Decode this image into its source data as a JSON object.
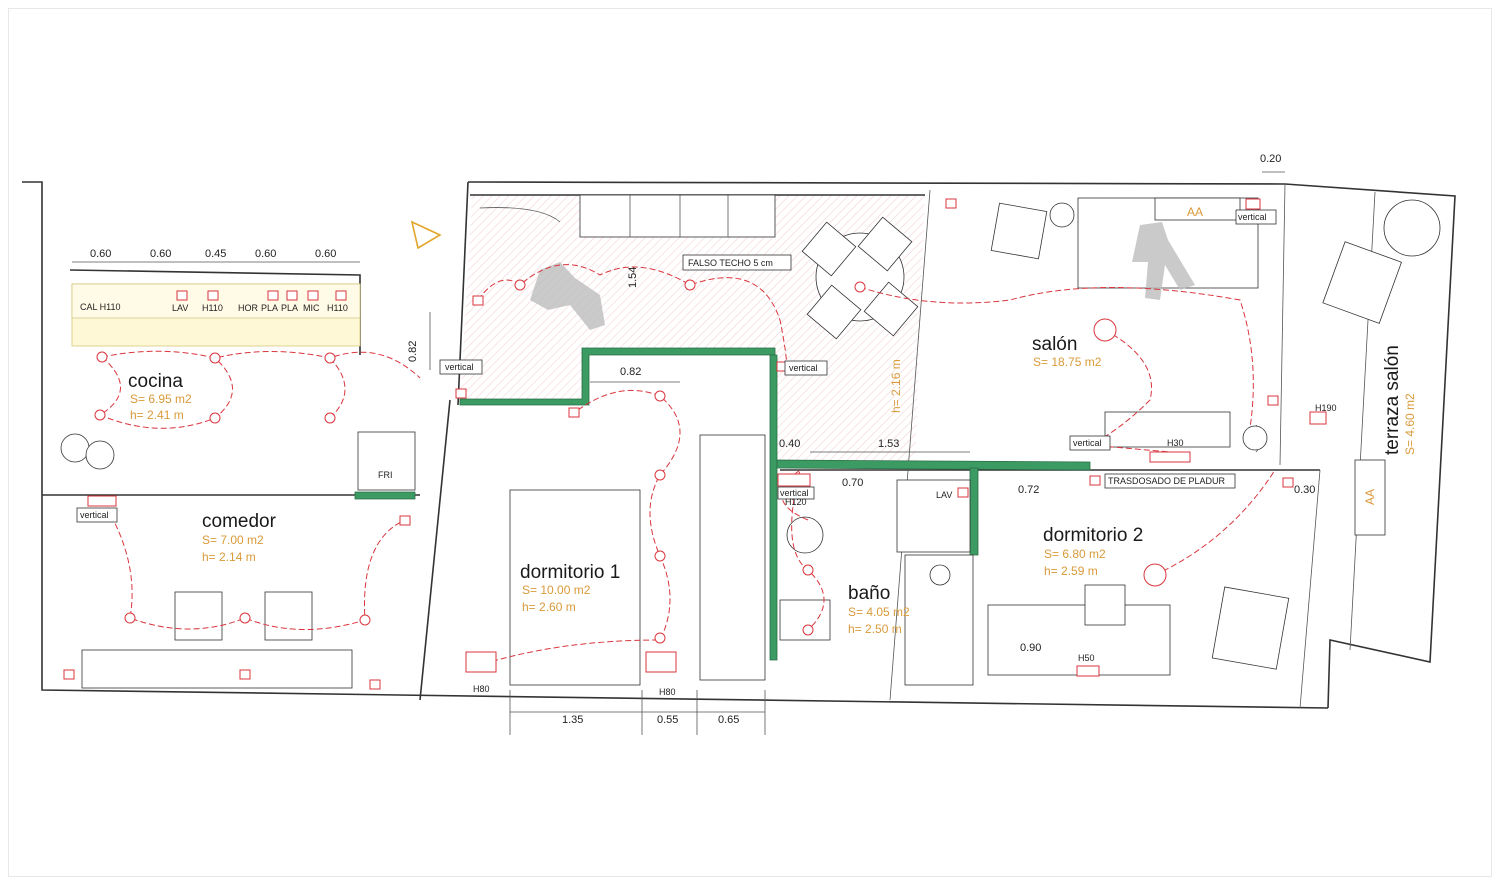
{
  "colors": {
    "wall": "#333333",
    "wiring": "#d9363e",
    "area_text": "#d99a3a",
    "partition": "#3c9a63",
    "hatch": "#f2d9d9",
    "counter": "#fff8d6"
  },
  "rooms": {
    "cocina": {
      "name": "cocina",
      "area": "S= 6.95 m2",
      "height": "h= 2.41 m"
    },
    "comedor": {
      "name": "comedor",
      "area": "S= 7.00 m2",
      "height": "h= 2.14 m"
    },
    "dormitorio1": {
      "name": "dormitorio 1",
      "area": "S= 10.00 m2",
      "height": "h= 2.60 m"
    },
    "bano": {
      "name": "baño",
      "area": "S= 4.05 m2",
      "height": "h= 2.50 m"
    },
    "salon": {
      "name": "salón",
      "area": "S= 18.75 m2",
      "height": ""
    },
    "dormitorio2": {
      "name": "dormitorio 2",
      "area": "S= 6.80 m2",
      "height": "h= 2.59 m"
    },
    "terraza": {
      "name": "terraza salón",
      "area": "S= 4.60 m2"
    }
  },
  "kitchen_dims": [
    "0.60",
    "0.60",
    "0.45",
    "0.60",
    "0.60"
  ],
  "kitchen_units": [
    "CAL H110",
    "LAV",
    "H110",
    "HOR",
    "PLA",
    "PLA",
    "MIC",
    "H110"
  ],
  "dims": {
    "d082a": "0.82",
    "d082b": "0.82",
    "d154": "1.54",
    "d040": "0.40",
    "d153": "1.53",
    "d070": "0.70",
    "d072": "0.72",
    "d030": "0.30",
    "d020": "0.20",
    "d216": "h= 2.16 m",
    "d090": "0.90",
    "b135": "1.35",
    "b055": "0.55",
    "b065": "0.65"
  },
  "labels": {
    "falso_techo": "FALSO TECHO 5 cm",
    "trasdosado": "TRASDOSADO DE PLADUR",
    "vertical": "vertical",
    "aa": "AA",
    "fri": "FRI",
    "lav": "LAV",
    "h80": "H80",
    "h50": "H50",
    "h30": "H30",
    "h190": "H190",
    "h120": "H120"
  }
}
